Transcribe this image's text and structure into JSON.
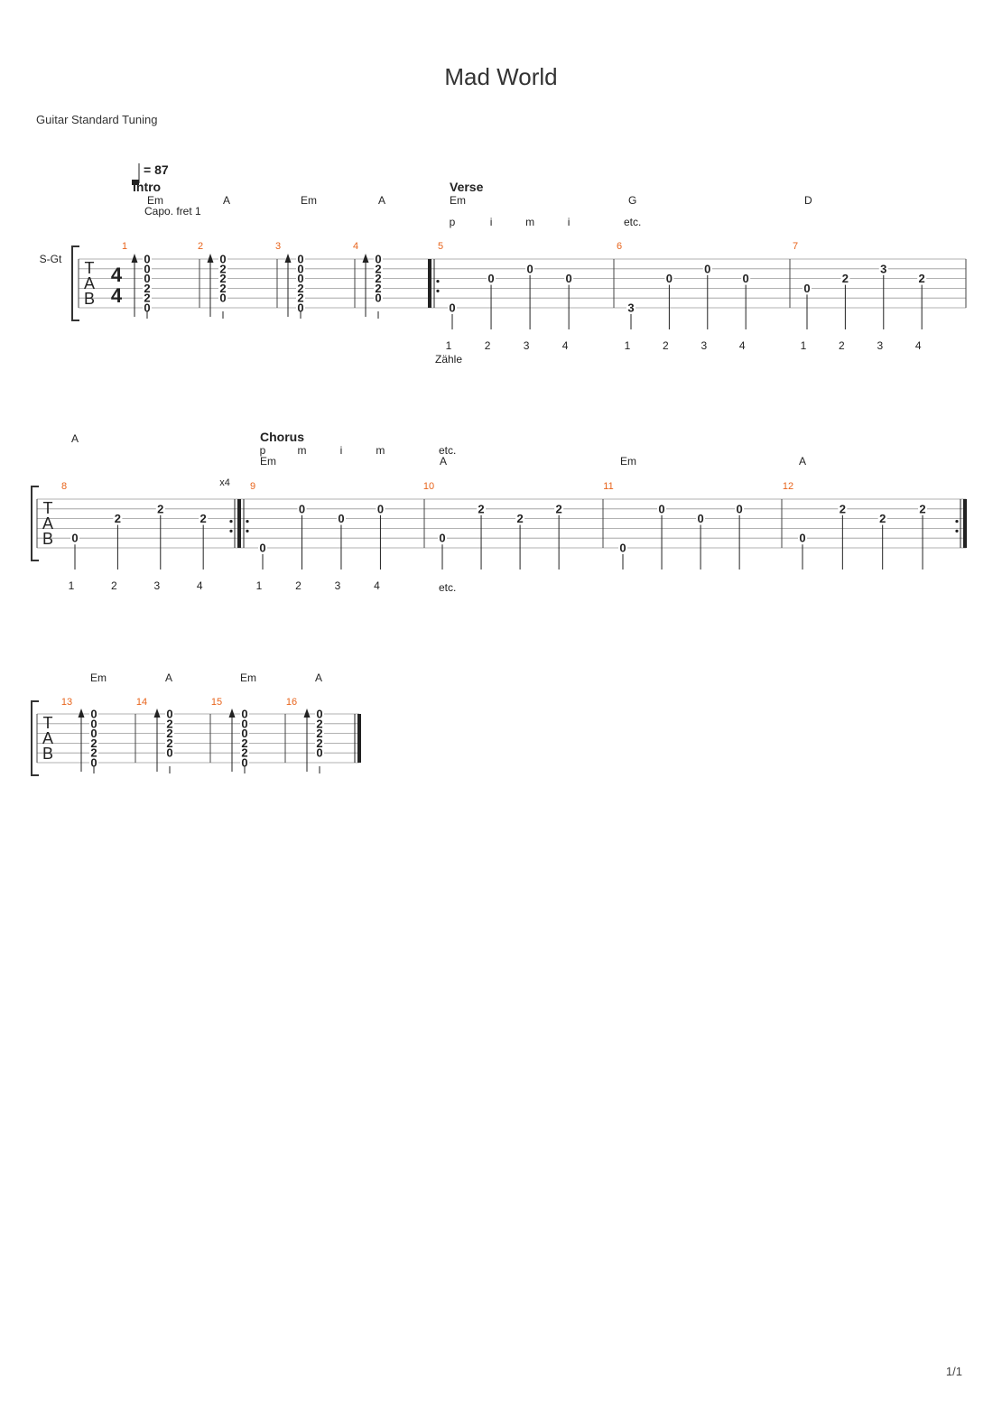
{
  "title": "Mad World",
  "tuning": "Guitar Standard Tuning",
  "track_label": "S-Gt",
  "tempo": "= 87",
  "capo": "Capo. fret 1",
  "page_number": "1/1",
  "counting_label": "Zähle",
  "repeat_count": "x4",
  "time_signature": [
    "4",
    "4"
  ],
  "tab_letters": [
    "T",
    "A",
    "B"
  ],
  "sections": [
    {
      "name": "Intro",
      "measure": 1
    },
    {
      "name": "Verse",
      "measure": 5
    },
    {
      "name": "Chorus",
      "measure": 9
    }
  ],
  "measures": [
    {
      "n": "1",
      "chords": [
        "Em"
      ],
      "events": [
        {
          "type": "strum",
          "frets": [
            "0",
            "0",
            "0",
            "2",
            "2",
            "0"
          ]
        }
      ]
    },
    {
      "n": "2",
      "chords": [
        "A"
      ],
      "events": [
        {
          "type": "strum",
          "frets": [
            "0",
            "2",
            "2",
            "2",
            "0",
            ""
          ]
        }
      ]
    },
    {
      "n": "3",
      "chords": [
        "Em"
      ],
      "events": [
        {
          "type": "strum",
          "frets": [
            "0",
            "0",
            "0",
            "2",
            "2",
            "0"
          ]
        }
      ]
    },
    {
      "n": "4",
      "chords": [
        "A"
      ],
      "events": [
        {
          "type": "strum",
          "frets": [
            "0",
            "2",
            "2",
            "2",
            "0",
            ""
          ]
        }
      ]
    },
    {
      "n": "5",
      "chords": [
        "Em"
      ],
      "fingering": [
        "p",
        "i",
        "m",
        "i",
        "etc."
      ],
      "counts": [
        "1",
        "2",
        "3",
        "4"
      ],
      "events": [
        {
          "string": 6,
          "fret": "0"
        },
        {
          "string": 3,
          "fret": "0"
        },
        {
          "string": 2,
          "fret": "0"
        },
        {
          "string": 3,
          "fret": "0"
        }
      ]
    },
    {
      "n": "6",
      "chords": [
        "G"
      ],
      "counts": [
        "1",
        "2",
        "3",
        "4"
      ],
      "events": [
        {
          "string": 6,
          "fret": "3"
        },
        {
          "string": 3,
          "fret": "0"
        },
        {
          "string": 2,
          "fret": "0"
        },
        {
          "string": 3,
          "fret": "0"
        }
      ]
    },
    {
      "n": "7",
      "chords": [
        "D"
      ],
      "counts": [
        "1",
        "2",
        "3",
        "4"
      ],
      "events": [
        {
          "string": 4,
          "fret": "0"
        },
        {
          "string": 3,
          "fret": "2"
        },
        {
          "string": 2,
          "fret": "3"
        },
        {
          "string": 3,
          "fret": "2"
        }
      ]
    },
    {
      "n": "8",
      "chords": [
        "A"
      ],
      "counts": [
        "1",
        "2",
        "3",
        "4"
      ],
      "events": [
        {
          "string": 5,
          "fret": "0"
        },
        {
          "string": 3,
          "fret": "2"
        },
        {
          "string": 2,
          "fret": "2"
        },
        {
          "string": 3,
          "fret": "2"
        }
      ]
    },
    {
      "n": "9",
      "chords": [
        "Em"
      ],
      "fingering": [
        "p",
        "m",
        "i",
        "m",
        "etc."
      ],
      "counts": [
        "1",
        "2",
        "3",
        "4"
      ],
      "counts_extra": "etc.",
      "events": [
        {
          "string": 6,
          "fret": "0"
        },
        {
          "string": 2,
          "fret": "0"
        },
        {
          "string": 3,
          "fret": "0"
        },
        {
          "string": 2,
          "fret": "0"
        }
      ]
    },
    {
      "n": "10",
      "chords": [
        "A"
      ],
      "events": [
        {
          "string": 5,
          "fret": "0"
        },
        {
          "string": 2,
          "fret": "2"
        },
        {
          "string": 3,
          "fret": "2"
        },
        {
          "string": 2,
          "fret": "2"
        }
      ]
    },
    {
      "n": "11",
      "chords": [
        "Em"
      ],
      "events": [
        {
          "string": 6,
          "fret": "0"
        },
        {
          "string": 2,
          "fret": "0"
        },
        {
          "string": 3,
          "fret": "0"
        },
        {
          "string": 2,
          "fret": "0"
        }
      ]
    },
    {
      "n": "12",
      "chords": [
        "A"
      ],
      "events": [
        {
          "string": 5,
          "fret": "0"
        },
        {
          "string": 2,
          "fret": "2"
        },
        {
          "string": 3,
          "fret": "2"
        },
        {
          "string": 2,
          "fret": "2"
        }
      ]
    },
    {
      "n": "13",
      "chords": [
        "Em"
      ],
      "events": [
        {
          "type": "strum",
          "frets": [
            "0",
            "0",
            "0",
            "2",
            "2",
            "0"
          ]
        }
      ]
    },
    {
      "n": "14",
      "chords": [
        "A"
      ],
      "events": [
        {
          "type": "strum",
          "frets": [
            "0",
            "2",
            "2",
            "2",
            "0",
            ""
          ]
        }
      ]
    },
    {
      "n": "15",
      "chords": [
        "Em"
      ],
      "events": [
        {
          "type": "strum",
          "frets": [
            "0",
            "0",
            "0",
            "2",
            "2",
            "0"
          ]
        }
      ]
    },
    {
      "n": "16",
      "chords": [
        "A"
      ],
      "events": [
        {
          "type": "strum",
          "frets": [
            "0",
            "2",
            "2",
            "2",
            "0",
            ""
          ]
        }
      ]
    }
  ],
  "colors": {
    "measure_number": "#e8641c",
    "staff_line": "#999999",
    "text": "#222222"
  }
}
